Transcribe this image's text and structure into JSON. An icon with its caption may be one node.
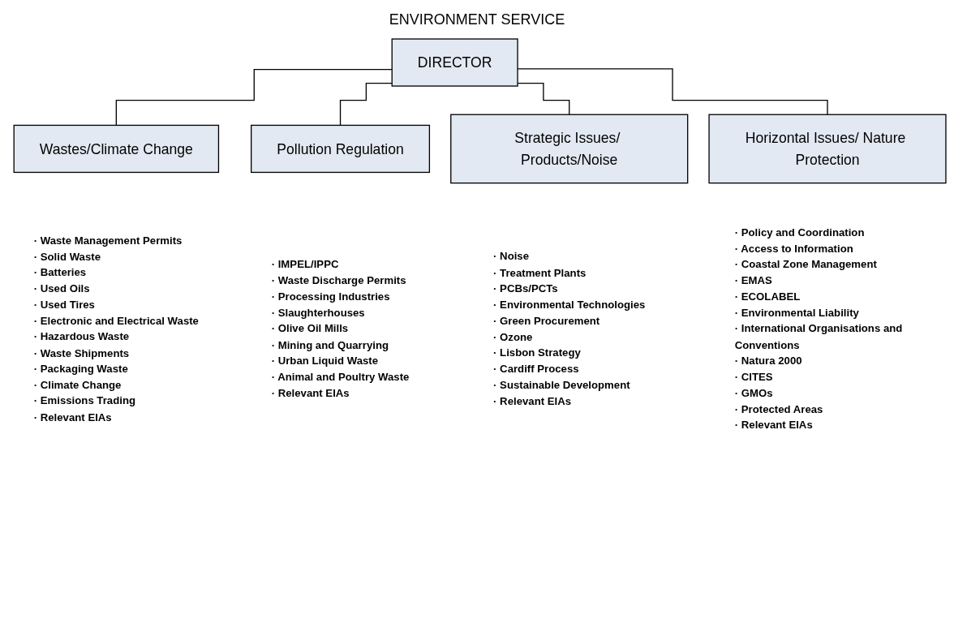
{
  "diagram": {
    "title": "ENVIRONMENT SERVICE",
    "nodes": [
      {
        "text": [
          "DIRECTOR"
        ]
      },
      {
        "text": [
          "Wastes/Climate Change"
        ],
        "beside": [
          "· Waste Management Permits",
          "· Solid Waste",
          "· Batteries",
          "· Used Oils",
          "· Used Tires",
          "· Electronic and Electrical Waste",
          "· Hazardous Waste",
          "· Waste Shipments",
          "· Packaging Waste",
          "· Climate Change",
          "· Emissions Trading",
          "· Relevant EIAs"
        ]
      },
      {
        "text": [
          "Pollution Regulation"
        ],
        "beside": [
          "· IMPEL/IPPC",
          "· Waste Discharge Permits",
          "· Processing Industries",
          "· Slaughterhouses",
          "· Olive Oil Mills",
          "· Mining and Quarrying",
          "· Urban Liquid Waste",
          "· Animal and Poultry Waste",
          "· Relevant EIAs"
        ]
      },
      {
        "text": [
          "Strategic Issues/ Products/Noise"
        ],
        "beside": [
          "· Noise",
          "· Treatment Plants",
          "· PCBs/PCTs",
          "· Environmental Technologies",
          "· Green Procurement",
          "· Ozone",
          "· Lisbon Strategy",
          "· Cardiff Process",
          "· Sustainable Development",
          "· Relevant EIAs"
        ]
      },
      {
        "text": [
          "Horizontal Issues/ Nature Protection"
        ],
        "beside": [
          "· Policy and Coordination",
          "· Access to Information",
          "· Coastal Zone Management",
          "· EMAS",
          "· ECOLABEL",
          "· Environmental Liability",
          "· International Organisations and Conventions",
          "· Natura 2000",
          "· CITES",
          "· GMOs",
          "· Protected Areas",
          "· Relevant EIAs"
        ]
      }
    ],
    "edges": [
      {
        "from": 0,
        "to": 1,
        "arrow": "none"
      },
      {
        "from": 0,
        "to": 2,
        "arrow": "none"
      },
      {
        "from": 0,
        "to": 3,
        "arrow": "none"
      },
      {
        "from": 0,
        "to": 4,
        "arrow": "none"
      }
    ]
  }
}
